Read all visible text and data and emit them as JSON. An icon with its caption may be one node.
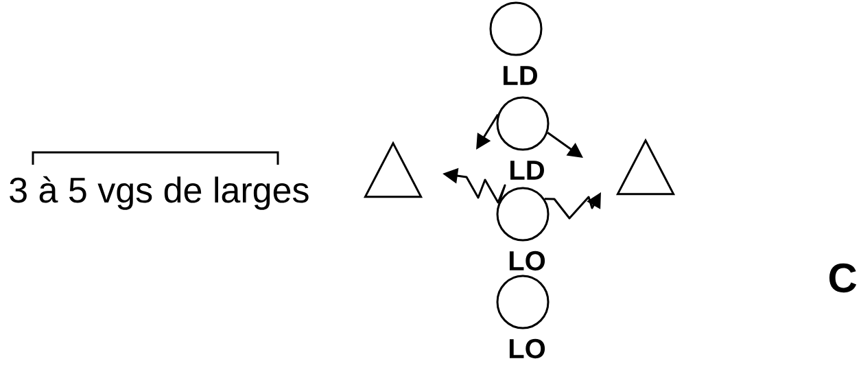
{
  "diagram": {
    "nodes": [
      {
        "text": [],
        "shape": "circle",
        "beside": [
          "LD"
        ]
      },
      {
        "text": [],
        "shape": "circle",
        "beside": [
          "LD"
        ]
      },
      {
        "text": [],
        "shape": "circle",
        "beside": [
          "LO"
        ]
      },
      {
        "text": [],
        "shape": "circle",
        "beside": [
          "LO"
        ]
      },
      {
        "text": [],
        "shape": "triangle"
      },
      {
        "text": [],
        "shape": "triangle"
      }
    ],
    "edges": [
      {
        "from": 1,
        "to": null,
        "arrow": "to"
      },
      {
        "from": 1,
        "to": null,
        "arrow": "to"
      },
      {
        "from": 2,
        "to": null,
        "arrow": "to"
      },
      {
        "from": 2,
        "to": null,
        "arrow": "to"
      }
    ],
    "labels": [
      "3 à 5 vgs de larges",
      "C"
    ]
  }
}
